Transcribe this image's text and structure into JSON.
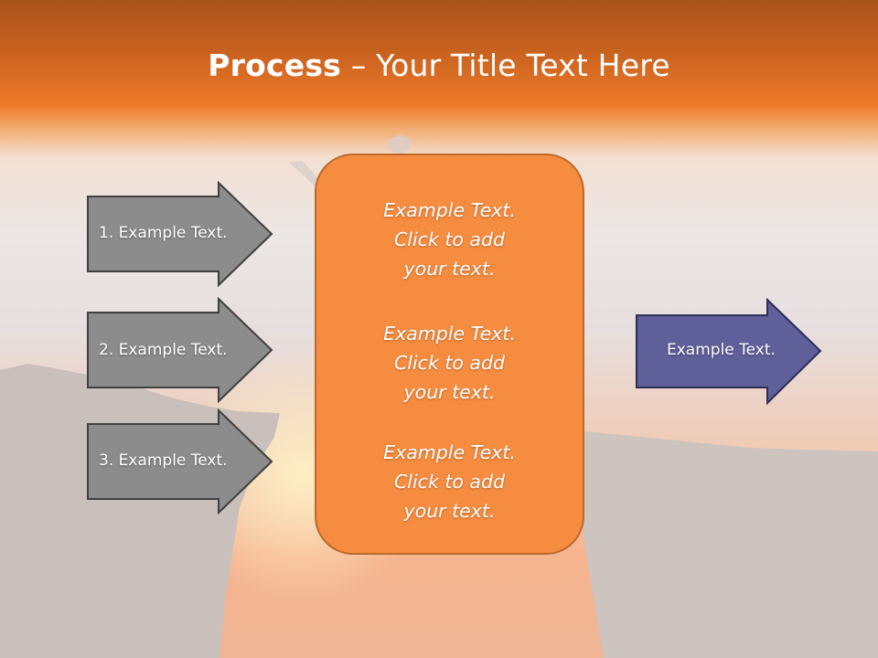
{
  "title": {
    "bold": "Process",
    "rest": " – Your Title Text Here"
  },
  "left_arrows": [
    {
      "label": "1. Example Text."
    },
    {
      "label": "2. Example Text."
    },
    {
      "label": "3. Example Text."
    }
  ],
  "center_box": {
    "paragraphs": [
      {
        "line1": "Example Text.",
        "line2": "Click  to add",
        "line3": "your text."
      },
      {
        "line1": "Example Text.",
        "line2": "Click  to add",
        "line3": "your text."
      },
      {
        "line1": "Example Text.",
        "line2": "Click  to add",
        "line3": "your text."
      }
    ]
  },
  "right_arrow": {
    "label": "Example Text."
  },
  "colors": {
    "gray_arrow": "#8c8c8c",
    "blue_arrow": "#5f5f9a",
    "orange_box": "#f68c3f",
    "header_orange": "#ee7a2a"
  }
}
